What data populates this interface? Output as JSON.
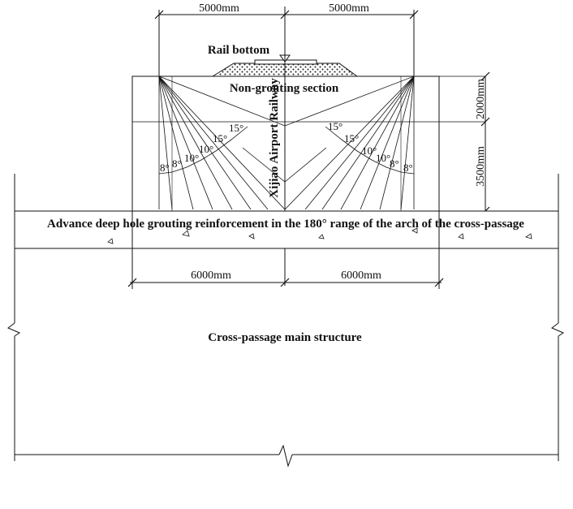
{
  "dimensions": {
    "top_left": "5000mm",
    "top_right": "5000mm",
    "bottom_left": "6000mm",
    "bottom_right": "6000mm",
    "right_upper": "2000mm",
    "right_lower": "3500mm"
  },
  "labels": {
    "rail_bottom": "Rail bottom",
    "non_grouting": "Non-grouting section",
    "railway": "Xijiao Airport Railway",
    "grouting_band": "Advance deep hole grouting reinforcement in the 180° range of the arch of the cross-passage",
    "main_structure": "Cross-passage main structure"
  },
  "angles_left": [
    "8°",
    "8°",
    "10°",
    "10°",
    "15°",
    "15°"
  ],
  "angles_right": [
    "15°",
    "15°",
    "10°",
    "10°",
    "8°",
    "8°"
  ]
}
